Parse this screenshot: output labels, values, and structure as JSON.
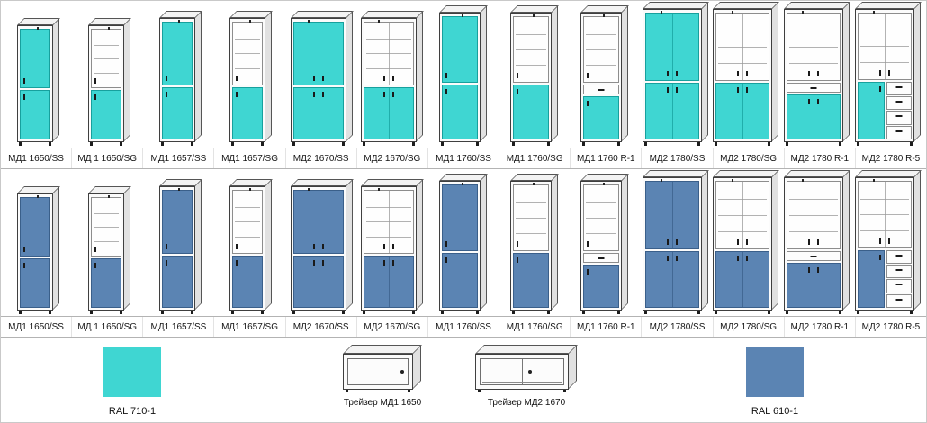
{
  "palette": {
    "turquoise": "#3fd6d2",
    "turquoise_line": "#17a09d",
    "blue": "#5b84b3",
    "blue_line": "#3a5f8a"
  },
  "rows": [
    {
      "name": "turquoise-row",
      "color": "#3fd6d2",
      "line": "#17a09d",
      "items": [
        {
          "label": "МД1 1650/SS",
          "type": "md1",
          "w": 40,
          "h": 130,
          "config": "ss"
        },
        {
          "label": "МД 1 1650/SG",
          "type": "md1",
          "w": 40,
          "h": 130,
          "config": "sg"
        },
        {
          "label": "МД1 1657/SS",
          "type": "md1",
          "w": 40,
          "h": 138,
          "config": "ss"
        },
        {
          "label": "МД1 1657/SG",
          "type": "md1",
          "w": 40,
          "h": 138,
          "config": "sg"
        },
        {
          "label": "МД2 1670/SS",
          "type": "md2",
          "w": 62,
          "h": 138,
          "config": "ss"
        },
        {
          "label": "МД2 1670/SG",
          "type": "md2",
          "w": 62,
          "h": 138,
          "config": "sg"
        },
        {
          "label": "МД1 1760/SS",
          "type": "md1",
          "w": 46,
          "h": 144,
          "config": "ss"
        },
        {
          "label": "МД1 1760/SG",
          "type": "md1",
          "w": 46,
          "h": 144,
          "config": "sg"
        },
        {
          "label": "МД1 1760 R-1",
          "type": "md1",
          "w": 46,
          "h": 144,
          "config": "r1"
        },
        {
          "label": "МД2 1780/SS",
          "type": "md2",
          "w": 66,
          "h": 148,
          "config": "ss"
        },
        {
          "label": "МД2 1780/SG",
          "type": "md2",
          "w": 66,
          "h": 148,
          "config": "sg"
        },
        {
          "label": "МД2 1780 R-1",
          "type": "md2",
          "w": 66,
          "h": 148,
          "config": "r1"
        },
        {
          "label": "МД2 1780 R-5",
          "type": "md2",
          "w": 66,
          "h": 148,
          "config": "r5"
        }
      ]
    },
    {
      "name": "blue-row",
      "color": "#5b84b3",
      "line": "#3a5f8a",
      "items": [
        {
          "label": "МД1 1650/SS",
          "type": "md1",
          "w": 40,
          "h": 130,
          "config": "ss"
        },
        {
          "label": "МД 1 1650/SG",
          "type": "md1",
          "w": 40,
          "h": 130,
          "config": "sg"
        },
        {
          "label": "МД1 1657/SS",
          "type": "md1",
          "w": 40,
          "h": 138,
          "config": "ss"
        },
        {
          "label": "МД1 1657/SG",
          "type": "md1",
          "w": 40,
          "h": 138,
          "config": "sg"
        },
        {
          "label": "МД2 1670/SS",
          "type": "md2",
          "w": 62,
          "h": 138,
          "config": "ss"
        },
        {
          "label": "МД2 1670/SG",
          "type": "md2",
          "w": 62,
          "h": 138,
          "config": "sg"
        },
        {
          "label": "МД1 1760/SS",
          "type": "md1",
          "w": 46,
          "h": 144,
          "config": "ss"
        },
        {
          "label": "МД1 1760/SG",
          "type": "md1",
          "w": 46,
          "h": 144,
          "config": "sg"
        },
        {
          "label": "МД1 1760 R-1",
          "type": "md1",
          "w": 46,
          "h": 144,
          "config": "r1"
        },
        {
          "label": "МД2 1780/SS",
          "type": "md2",
          "w": 66,
          "h": 148,
          "config": "ss"
        },
        {
          "label": "МД2 1780/SG",
          "type": "md2",
          "w": 66,
          "h": 148,
          "config": "sg"
        },
        {
          "label": "МД2 1780 R-1",
          "type": "md2",
          "w": 66,
          "h": 148,
          "config": "r1"
        },
        {
          "label": "МД2 1780 R-5",
          "type": "md2",
          "w": 66,
          "h": 148,
          "config": "r5"
        }
      ]
    }
  ],
  "footer": {
    "swatches": [
      {
        "label": "RAL 710-1",
        "color": "#3fd6d2"
      },
      {
        "label": "RAL 610-1",
        "color": "#5b84b3"
      }
    ],
    "trayzers": [
      {
        "label": "Трейзер МД1 1650",
        "type": "hinged"
      },
      {
        "label": "Трейзер МД2 1670",
        "type": "sliding"
      }
    ]
  }
}
